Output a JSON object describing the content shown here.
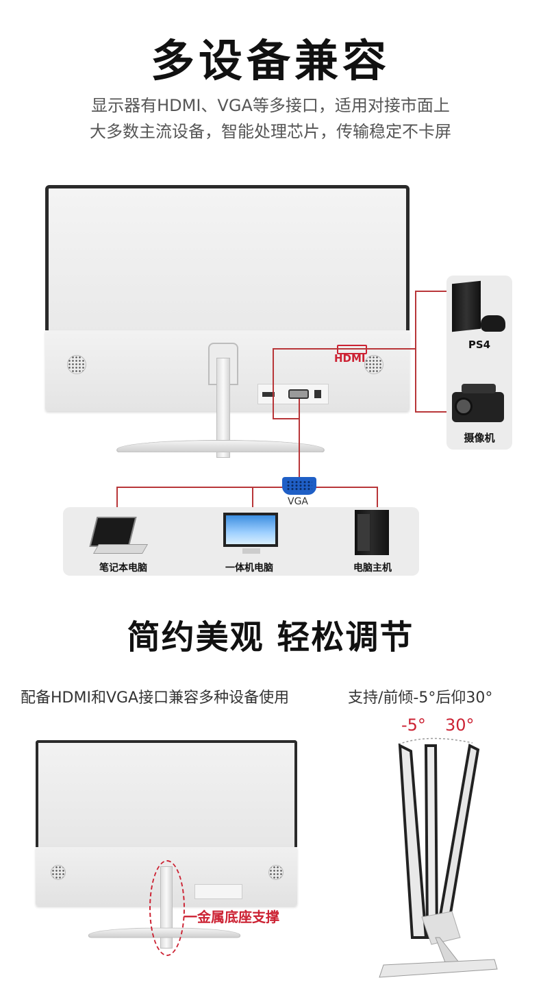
{
  "section1": {
    "title": "多设备兼容",
    "subtitle_line1": "显示器有HDMI、VGA等多接口，适用对接市面上",
    "subtitle_line2": "大多数主流设备，智能处理芯片，传输稳定不卡屏",
    "hdmi_label": "HDMI",
    "vga_label": "VGA",
    "hdmi_devices": [
      {
        "label": "PS4",
        "icon": "ps4-console-icon"
      },
      {
        "label": "摄像机",
        "icon": "video-camera-icon"
      }
    ],
    "vga_devices": [
      {
        "label": "笔记本电脑",
        "icon": "laptop-icon"
      },
      {
        "label": "一体机电脑",
        "icon": "all-in-one-pc-icon"
      },
      {
        "label": "电脑主机",
        "icon": "desktop-tower-icon"
      }
    ]
  },
  "section2": {
    "title": "简约美观 轻松调节",
    "caption_left": "配备HDMI和VGA接口兼容多种设备使用",
    "caption_right": "支持/前倾-5°后仰30°",
    "metal_label": "一金属底座支撑",
    "angle_forward": "-5°",
    "angle_back": "30°"
  },
  "colors": {
    "accent_red": "#b83538",
    "vga_blue": "#1f5fc6"
  }
}
